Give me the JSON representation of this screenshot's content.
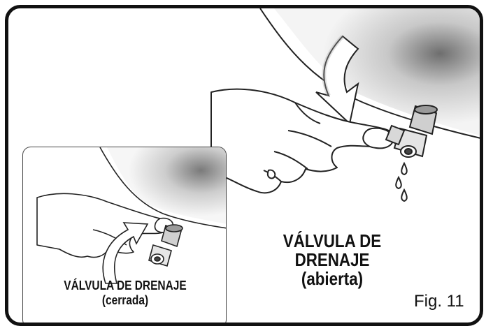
{
  "main_label": {
    "line1": "VÁLVULA DE DRENAJE",
    "line2": "(abierta)"
  },
  "inset_label": {
    "line1": "VÁLVULA DE DRENAJE",
    "line2": "(cerrada)"
  },
  "figure_number": "Fig. 11",
  "colors": {
    "border": "#111111",
    "shade": "#808080",
    "arrow_fill": "#ffffff"
  },
  "icons": [
    "pointing-hand",
    "drain-valve",
    "water-drops",
    "rotation-arrow"
  ]
}
